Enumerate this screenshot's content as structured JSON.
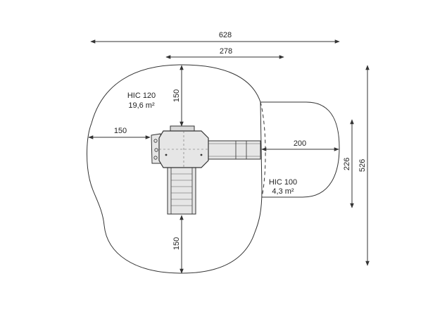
{
  "dimensions": {
    "overall_width": "628",
    "inner_width": "278",
    "top_depth": "150",
    "left_depth": "150",
    "slide_extension": "200",
    "slide_zone_depth": "226",
    "overall_depth": "526",
    "bottom_depth": "150"
  },
  "zones": {
    "main": {
      "hic": "HIC 120",
      "area": "19,6 m²"
    },
    "slide": {
      "hic": "HIC 100",
      "area": "4,3 m²"
    }
  },
  "colors": {
    "line": "#333333",
    "structure_fill": "#e6e6e6",
    "background": "#ffffff"
  }
}
